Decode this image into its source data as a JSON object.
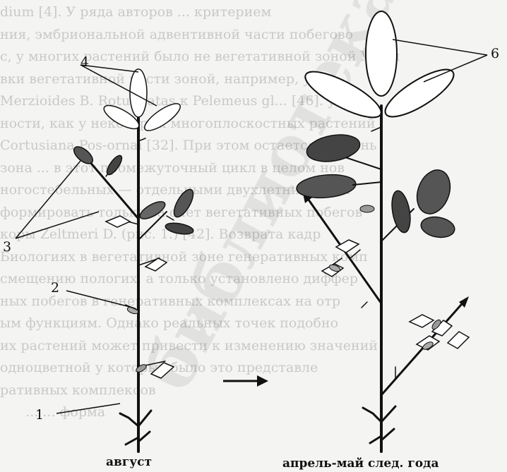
{
  "background_text_lines": [
    "dium [4]. У ряда авторов ... критерием",
    "ния, эмбриональной адвентивной части побегово",
    "с, у многих растений было не вегетативной зоной У пол",
    "вки вегетативной части зоной, например, у М",
    "Merzioides В. Rotundatas к Pelemeus gl... [46]. у",
    "ности, как у некоторых многоплоскостных растений",
    "Cortusiana Pos-ornai [32]. При этом остается уровень",
    "зона ... в этот промежуточный цикл в целом нов",
    "ногостебельных — отдельными двухлетними ком",
    "формировать только за счет вегетативных побегов",
    "коры Zeltmeri D. (рис. 1.) [42]. Возврата кадр",
    "Биологиях в вегетативной зоне генеративных комп",
    "смещению пологих, а только установлено диффер",
    "ных побегов в генеративных комплексах на отр",
    "ым функциям. Однако реальных точек подобно",
    "их растений может привести к изменению значений",
    "одноцветной у которых было это представле",
    "ративных комплексов",
    "      ... ... форма"
  ],
  "watermark": "библиотека",
  "labels": {
    "n1": "1",
    "n2": "2",
    "n3": "3",
    "n4": "4",
    "n6": "6"
  },
  "captions": {
    "left": "август",
    "right": "апрель-май след. года"
  }
}
